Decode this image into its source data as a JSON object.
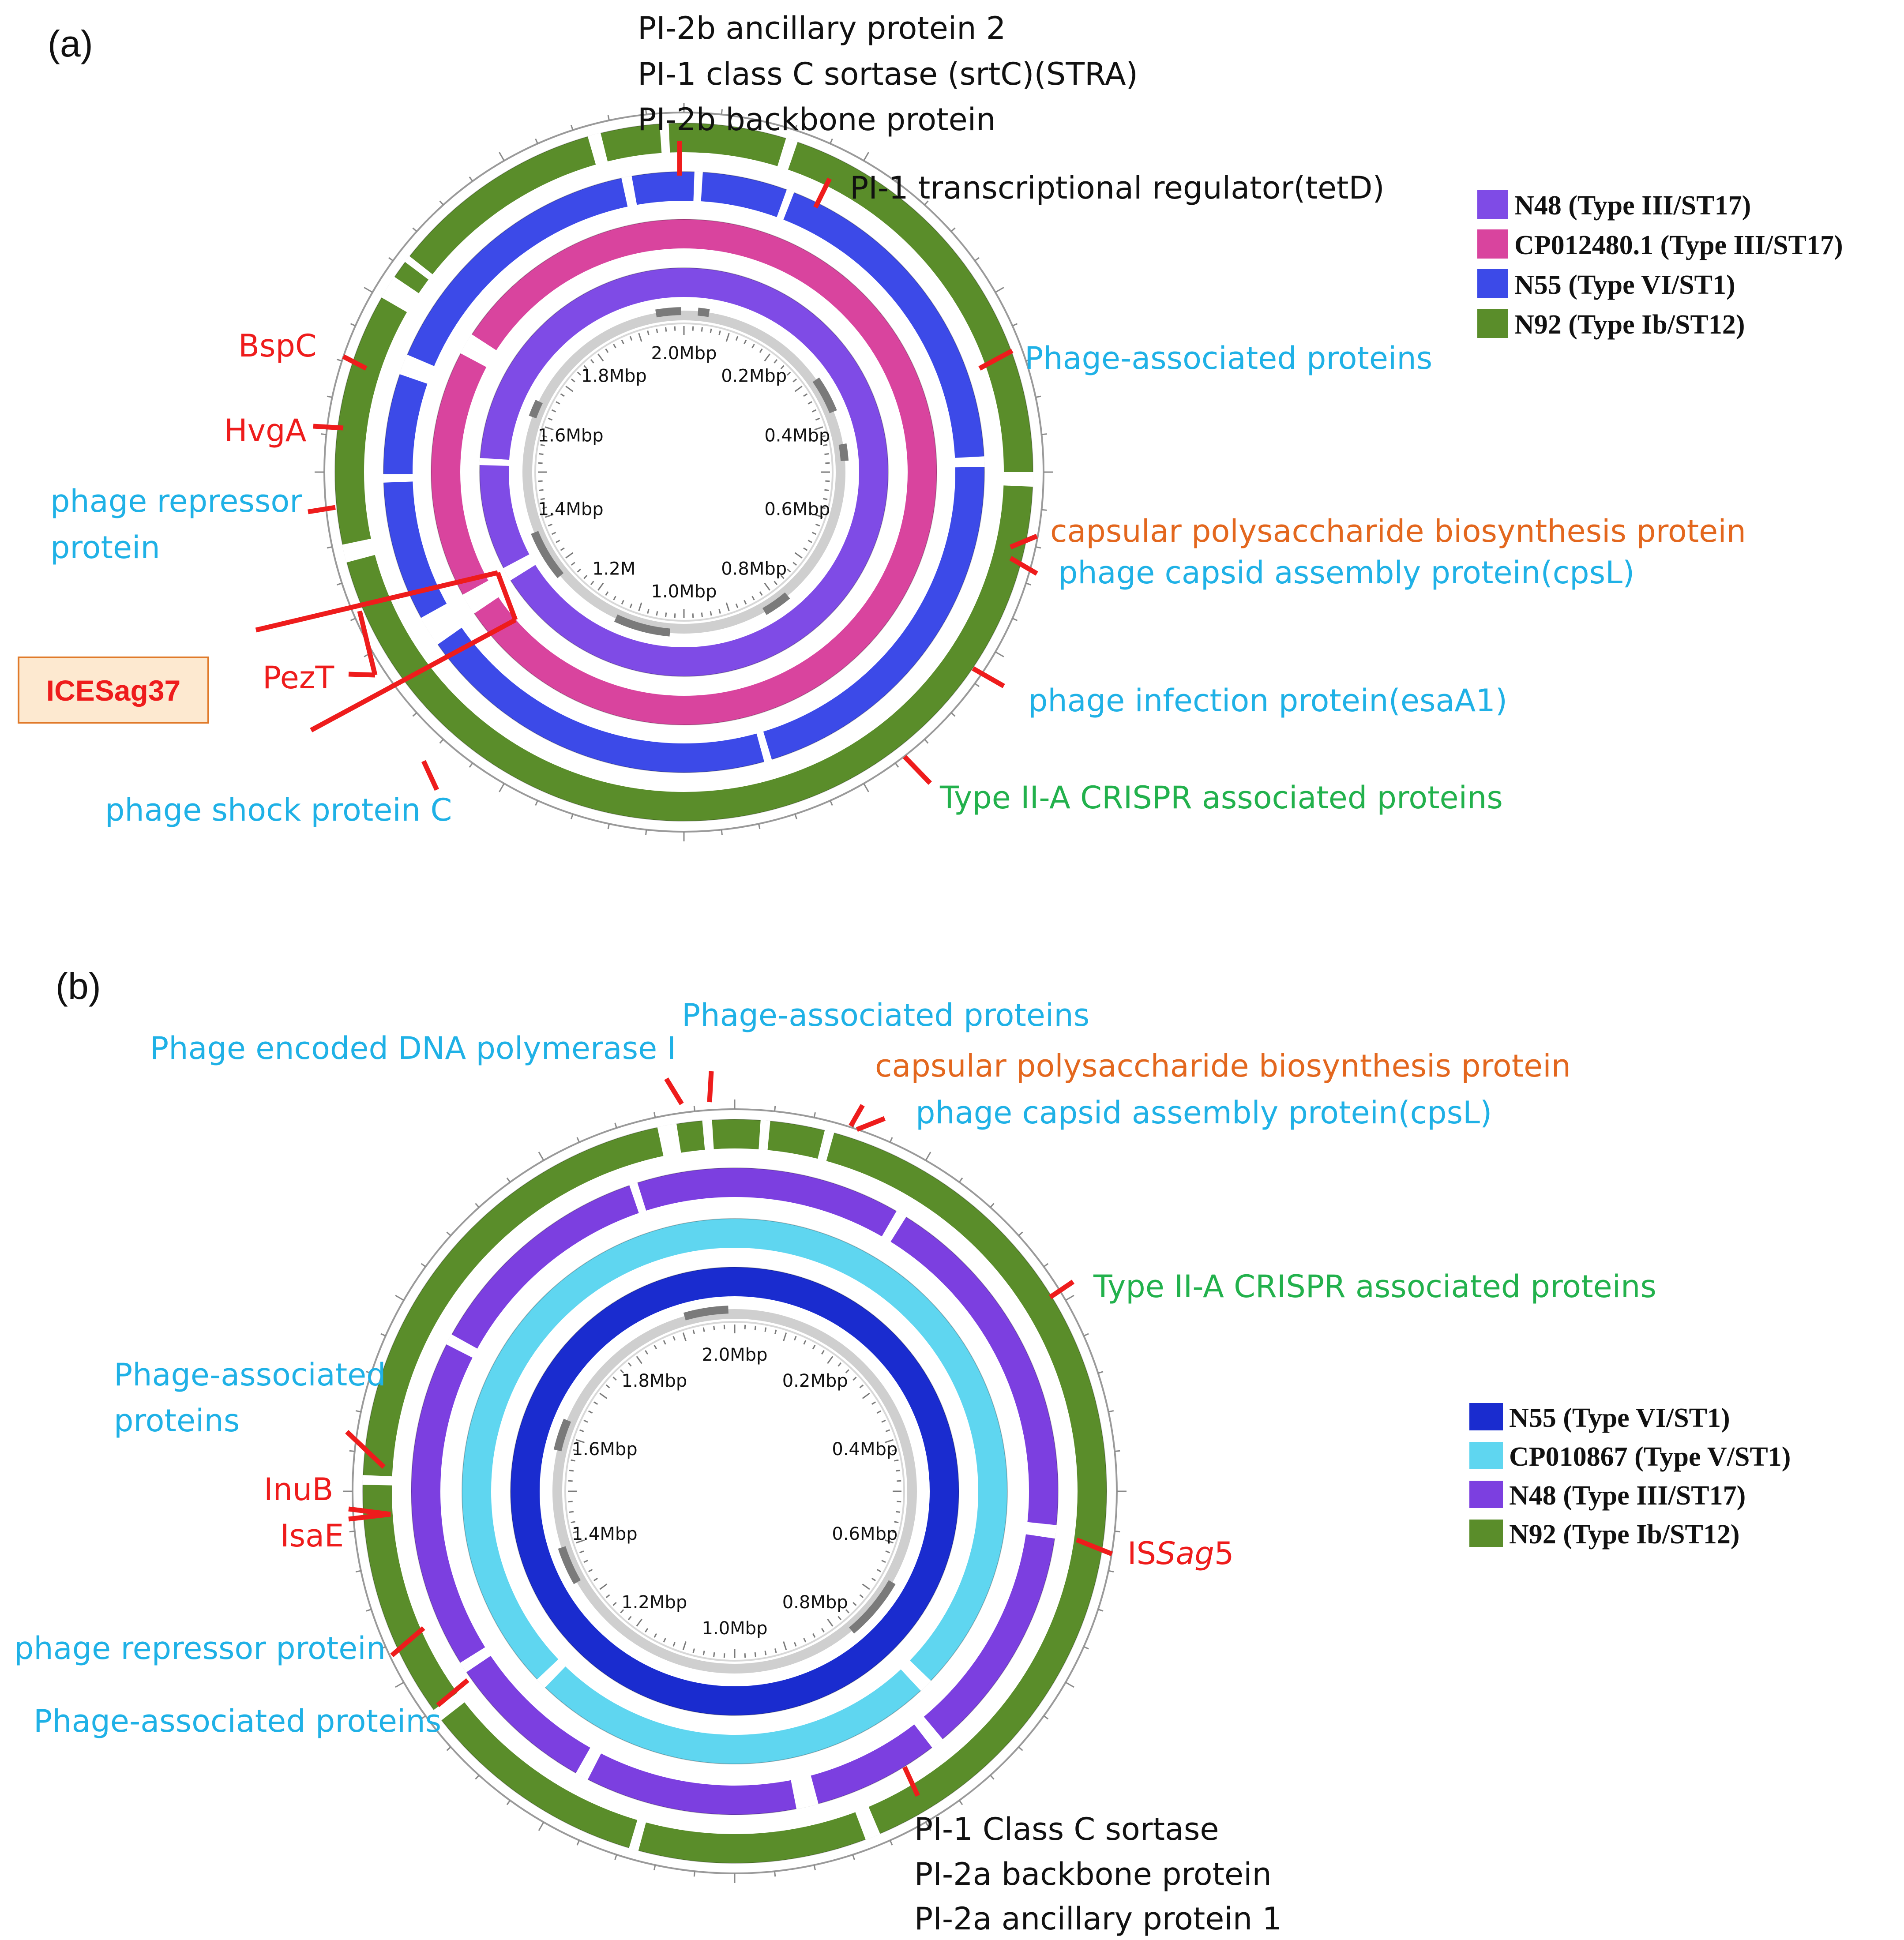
{
  "panels": [
    {
      "label": "(a)",
      "tick_labels": [
        "2.0Mbp",
        "0.2Mbp",
        "0.4Mbp",
        "0.6Mbp",
        "0.8Mbp",
        "1.0Mbp",
        "1.2M",
        "1.4Mbp",
        "1.6Mbp",
        "1.8Mbp"
      ],
      "rings": [
        {
          "name": "N48 (Type III/ST17)",
          "color": "#7f4be6"
        },
        {
          "name": "CP012480.1 (Type III/ST17)",
          "color": "#d9449e"
        },
        {
          "name": "N55 (Type VI/ST1)",
          "color": "#3c4ae8"
        },
        {
          "name": "N92 (Type Ib/ST12)",
          "color": "#5a8d2a"
        }
      ],
      "legend": [
        "N48 (Type III/ST17)",
        "CP012480.1 (Type III/ST17)",
        "N55 (Type VI/ST1)",
        "N92 (Type Ib/ST12)"
      ],
      "annotations": {
        "top_black": [
          "PI-2b ancillary protein 2",
          "PI-1 class C sortase (srtC)(STRA)",
          "PI-2b backbone protein"
        ],
        "tetd": "PI-1 transcriptional regulator(tetD)",
        "phage_assoc": "Phage-associated proteins",
        "capsular": "capsular polysaccharide biosynthesis protein",
        "cpsl": "phage capsid assembly protein(cpsL)",
        "esaa1": "phage infection protein(esaA1)",
        "crispr": "Type II-A  CRISPR associated proteins",
        "shock": "phage shock protein C",
        "repressor": [
          "phage repressor",
          "protein"
        ],
        "bspc": "BspC",
        "hvga": "HvgA",
        "pezt": "PezT",
        "ice": "ICESag37"
      }
    },
    {
      "label": "(b)",
      "tick_labels": [
        "2.0Mbp",
        "0.2Mbp",
        "0.4Mbp",
        "0.6Mbp",
        "0.8Mbp",
        "1.0Mbp",
        "1.2Mbp",
        "1.4Mbp",
        "1.6Mbp",
        "1.8Mbp"
      ],
      "rings": [
        {
          "name": "N55 (Type VI/ST1)",
          "color": "#1a2ccf"
        },
        {
          "name": "CP010867 (Type V/ST1)",
          "color": "#5fd6f0"
        },
        {
          "name": "N48 (Type III/ST17)",
          "color": "#7c3fe0"
        },
        {
          "name": "N92 (Type Ib/ST12)",
          "color": "#5a8d2a"
        }
      ],
      "legend": [
        "N55 (Type VI/ST1)",
        "CP010867 (Type V/ST1)",
        "N48 (Type III/ST17)",
        "N92 (Type Ib/ST12)"
      ],
      "annotations": {
        "phage_assoc_top": "Phage-associated proteins",
        "dna_pol": "Phage encoded DNA polymerase I",
        "capsular": "capsular polysaccharide biosynthesis protein",
        "cpsl": "phage capsid assembly protein(cpsL)",
        "crispr": "Type II-A  CRISPR associated proteins",
        "phage_assoc_left": [
          "Phage-associated",
          "proteins"
        ],
        "inub": "InuB",
        "isae": "IsaE",
        "issag5_prefix": "IS",
        "issag5_italic": "Sag",
        "issag5_suffix": "5",
        "repressor": "phage repressor protein",
        "phage_assoc_bottom": "Phage-associated proteins",
        "bottom_black": [
          "PI-1 Class C sortase",
          "PI-2a backbone protein",
          "PI-2a ancillary protein 1"
        ]
      }
    }
  ],
  "colors": {
    "annotation_red": "#ee1c1c",
    "annotation_blue": "#1fb1e6",
    "annotation_orange": "#e3671e",
    "annotation_green": "#22b14c",
    "annotation_black": "#111111",
    "box_fill": "#fde9d0",
    "box_border": "#e07a2a"
  }
}
